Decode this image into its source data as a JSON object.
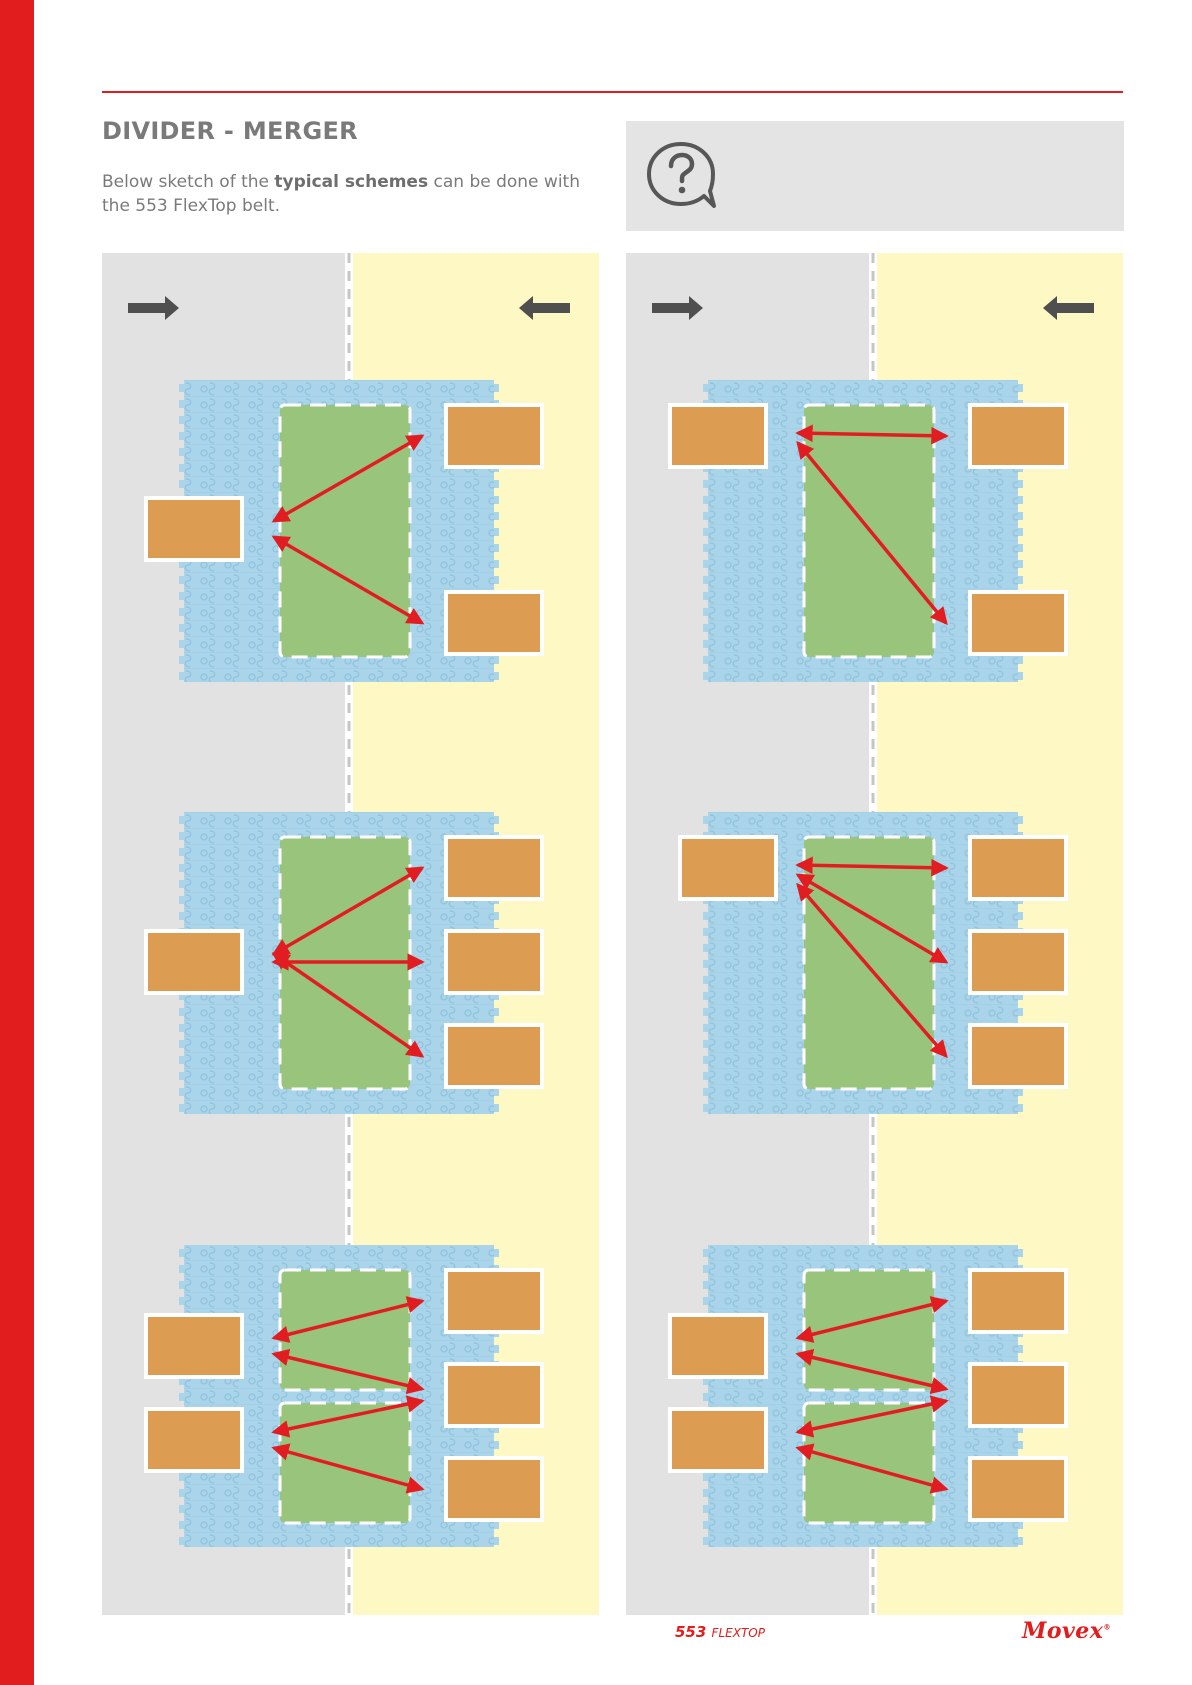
{
  "header": {
    "title": "DIVIDER - MERGER",
    "intro_before": "Below sketch of the ",
    "intro_bold": "typical schemes",
    "intro_after": " can be done with the 553 FlexTop belt."
  },
  "help_box": {
    "icon": "question-bubble-icon"
  },
  "footer": {
    "product_number": "553",
    "product_name": "FLEXTOP",
    "brand": "Movex",
    "brand_mark": "®"
  },
  "colors": {
    "accent_red": "#e21d1d",
    "lane_left": "#e2e2e2",
    "lane_right": "#fdf8c4",
    "belt_blue": "#a9d4ea",
    "zone_green": "#98c47c",
    "box_orange": "#dc9c52",
    "flow_arrow": "#4f4f4f",
    "scheme_arrow": "#e11d22"
  },
  "schemes": [
    {
      "panel": "left",
      "row": 1,
      "left_boxes": 1,
      "right_boxes": 2,
      "zones": 1,
      "routes": [
        "L1-R1",
        "L1-R2"
      ]
    },
    {
      "panel": "right",
      "row": 1,
      "left_boxes": 1,
      "right_boxes": 2,
      "zones": 1,
      "routes": [
        "L1-R1",
        "L1-R2"
      ]
    },
    {
      "panel": "left",
      "row": 2,
      "left_boxes": 1,
      "right_boxes": 3,
      "zones": 1,
      "routes": [
        "L1-R1",
        "L1-R2",
        "L1-R3"
      ]
    },
    {
      "panel": "right",
      "row": 2,
      "left_boxes": 1,
      "right_boxes": 3,
      "zones": 1,
      "routes": [
        "L1-R1",
        "L1-R2",
        "L1-R3"
      ]
    },
    {
      "panel": "left",
      "row": 3,
      "left_boxes": 2,
      "right_boxes": 3,
      "zones": 2,
      "routes": [
        "L1-R1",
        "L1-R2",
        "L2-R2",
        "L2-R3"
      ]
    },
    {
      "panel": "right",
      "row": 3,
      "left_boxes": 2,
      "right_boxes": 3,
      "zones": 2,
      "routes": [
        "L1-R1",
        "L1-R2",
        "L2-R2",
        "L2-R3"
      ]
    }
  ]
}
